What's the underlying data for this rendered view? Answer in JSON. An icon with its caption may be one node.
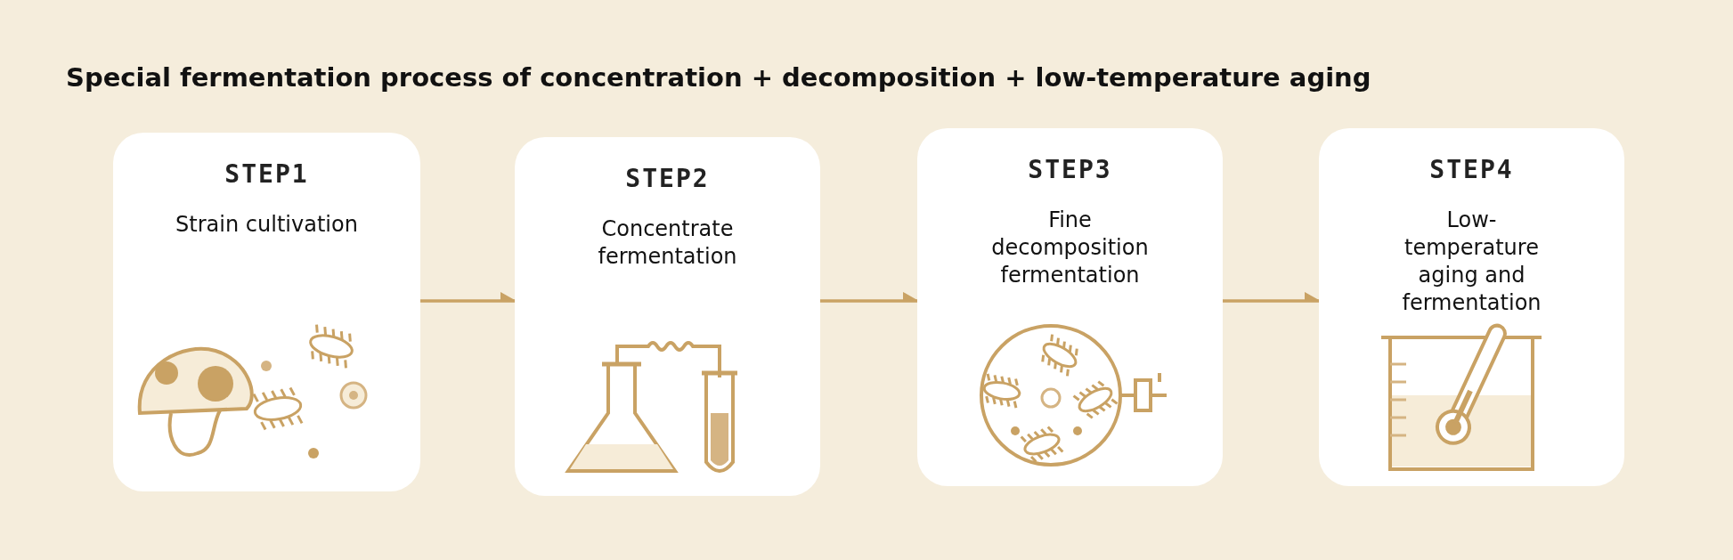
{
  "diagram": {
    "title": "Special fermentation process of concentration + decomposition + low-temperature aging",
    "nodes": [
      {
        "text": [
          "STEP1",
          "Strain cultivation"
        ]
      },
      {
        "text": [
          "STEP2",
          "Concentrate fermentation"
        ]
      },
      {
        "text": [
          "STEP3",
          "Fine decomposition fermentation"
        ]
      },
      {
        "text": [
          "STEP4",
          "Low-temperature aging and fermentation"
        ]
      }
    ],
    "edges": [
      {
        "from": 0,
        "to": 1,
        "arrow": "to"
      },
      {
        "from": 1,
        "to": 2,
        "arrow": "to"
      },
      {
        "from": 2,
        "to": 3,
        "arrow": "to"
      }
    ]
  }
}
